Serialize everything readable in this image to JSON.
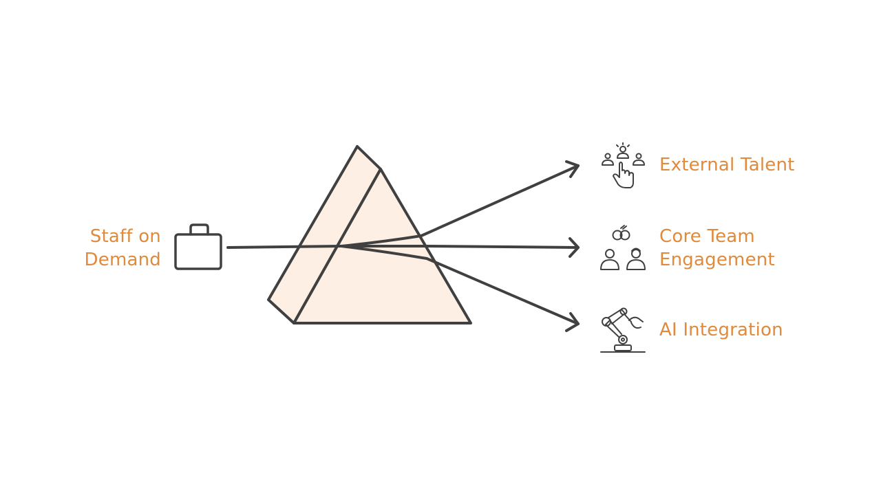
{
  "input": {
    "label_line1": "Staff on",
    "label_line2": "Demand",
    "icon": "briefcase-icon"
  },
  "outputs": [
    {
      "label": "External Talent",
      "icon": "selecting-people-icon"
    },
    {
      "label_line1": "Core Team",
      "label_line2": "Engagement",
      "icon": "team-collaboration-icon"
    },
    {
      "label": "AI Integration",
      "icon": "robot-arm-icon"
    }
  ],
  "colors": {
    "label": "#e08a3c",
    "stroke": "#404040",
    "prism_fill": "#fdefe3"
  }
}
